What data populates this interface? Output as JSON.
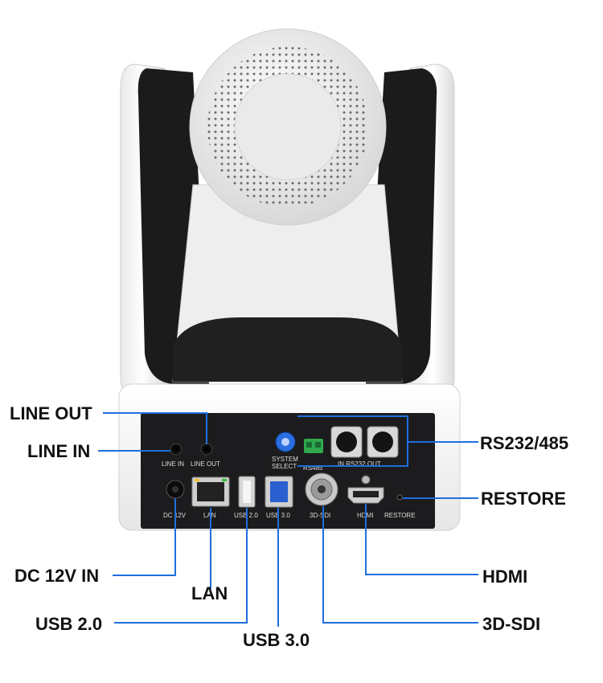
{
  "callouts": {
    "line_out": "LINE OUT",
    "line_in": "LINE IN",
    "dc_12v_in": "DC 12V IN",
    "lan": "LAN",
    "usb20": "USB 2.0",
    "usb30": "USB 3.0",
    "sdi": "3D-SDI",
    "hdmi": "HDMI",
    "restore": "RESTORE",
    "rs232_485": "RS232/485"
  },
  "panel_labels": {
    "line_in": "LINE  IN",
    "line_out": "LINE  OUT",
    "system_select": "SYSTEM",
    "system_select_2": "SELECT",
    "rs485": "RS485",
    "rs232": "IN  RS232  OUT",
    "dc_12v": "DC 12V",
    "lan": "LAN",
    "usb20": "USB 2.0",
    "usb30": "USB 3.0",
    "sdi": "3D-SDI",
    "hdmi": "HDMI",
    "restore": "RESTORE"
  },
  "colors": {
    "leader_line": "#1f6fe0",
    "camera_white": "#f2f2f2",
    "camera_black": "#1a1a1a",
    "panel": "#1c1c1e",
    "usb3_blue": "#2a5fd0",
    "terminal_green": "#2fa84f"
  }
}
